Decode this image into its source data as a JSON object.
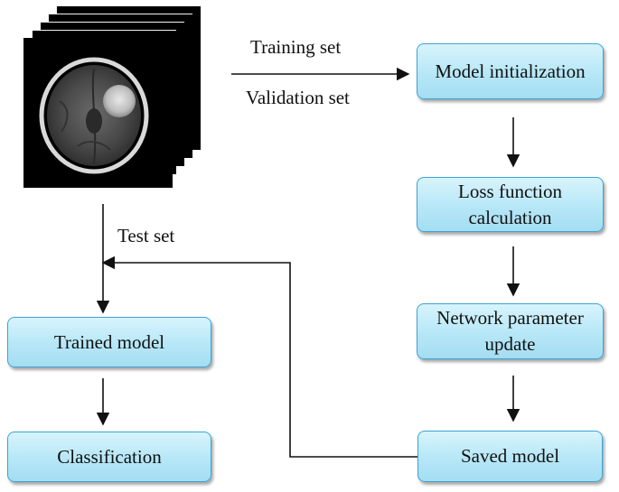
{
  "diagram": {
    "nodes": {
      "model_init": "Model initialization",
      "loss_calc": "Loss function calculation",
      "param_update": "Network parameter update",
      "saved_model": "Saved model",
      "trained_model": "Trained model",
      "classification": "Classification"
    },
    "edge_labels": {
      "training_set": "Training set",
      "validation_set": "Validation set",
      "test_set": "Test set"
    },
    "colors": {
      "node_fill": "#b6e7f7",
      "node_border": "#3ba3d6",
      "line": "#111111"
    },
    "image": {
      "icon": "mri-brain-slice-stack-icon",
      "slice_count": 5
    }
  }
}
